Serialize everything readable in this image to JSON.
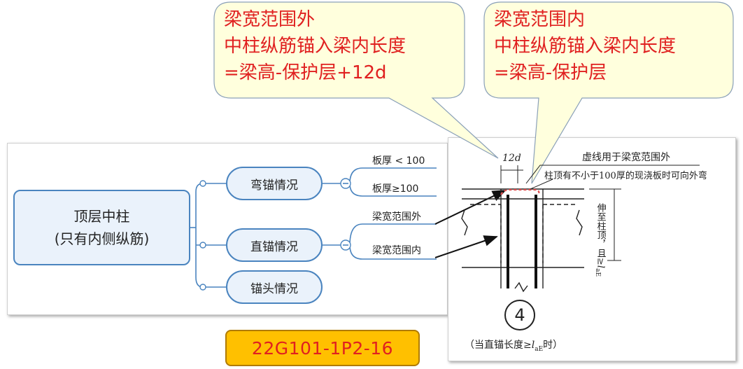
{
  "callout_left": {
    "line1": "梁宽范围外",
    "line2": "中柱纵筋锚入梁内长度",
    "line3": "=梁高-保护层+12d"
  },
  "callout_right": {
    "line1": "梁宽范围内",
    "line2": "中柱纵筋锚入梁内长度",
    "line3": "=梁高-保护层"
  },
  "mindmap": {
    "root": {
      "line1": "顶层中柱",
      "line2": "(只有内侧纵筋)"
    },
    "children": [
      {
        "label": "弯锚情况",
        "leaves": [
          "板厚 < 100",
          "板厚≥100"
        ]
      },
      {
        "label": "直锚情况",
        "leaves": [
          "梁宽范围外",
          "梁宽范围内"
        ]
      },
      {
        "label": "锚头情况"
      }
    ],
    "collapse_symbol": "−"
  },
  "detail_drawing": {
    "dim_label": "12d",
    "note1": "虚线用于梁宽范围外",
    "note2": "柱顶有不小于100厚的现浇板时可向外弯",
    "vertical_note": "伸至柱顶，且≥",
    "vertical_note_sym": "l",
    "vertical_note_sub": "aE",
    "case_number": "4",
    "caption_pre": "（当直锚长度≥",
    "caption_sym": "l",
    "caption_sub": "aE",
    "caption_post": "时）"
  },
  "reference_tag": "22G101-1P2-16",
  "colors": {
    "callout_fill": "#ffffdd",
    "callout_text": "#e02020",
    "node_border": "#4a84bf",
    "node_fill": "#eaf2fb",
    "tag_fill": "#ffc000",
    "rebar_highlight": "#e05050"
  }
}
